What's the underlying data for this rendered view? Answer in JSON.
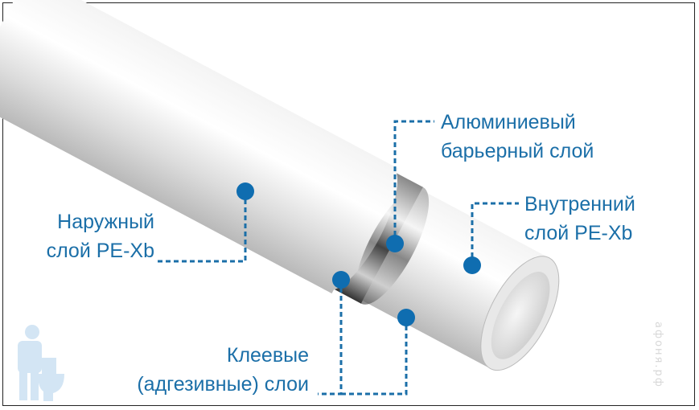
{
  "labels": {
    "outer": [
      "Наружный",
      "слой PE-Xb"
    ],
    "aluminium": [
      "Алюминиевый",
      "барьерный слой"
    ],
    "inner": [
      "Внутренний",
      "слой PE-Xb"
    ],
    "adhesive": [
      "Клеевые",
      "(адгезивные) слои"
    ]
  },
  "watermark": "афоня.рф",
  "colors": {
    "accent": "#1b6fa8",
    "dot": "#0f6db0"
  }
}
